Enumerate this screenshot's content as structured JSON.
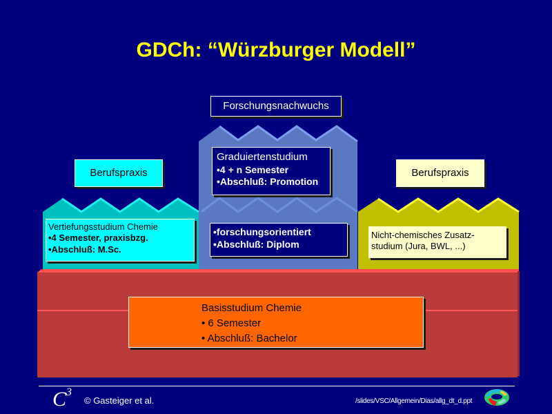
{
  "slide": {
    "title": "GDCh: “Würzburger Modell”",
    "background_color": "#00007f",
    "title_color": "#ffff00"
  },
  "diagram": {
    "top_label": "Forschungsnachwuchs",
    "left_outcome": "Berufspraxis",
    "right_outcome": "Berufspraxis",
    "graduate_study": {
      "title": "Graduiertenstudium",
      "items": [
        "•4 + n Semester",
        "•Abschluß: Promotion"
      ],
      "color": "#5b79c2"
    },
    "research_track": {
      "items": [
        "•forschungsorientiert",
        "•Abschluß: Diplom"
      ],
      "color": "#5b79c2"
    },
    "specialization": {
      "title": "Vertiefungsstudium Chemie",
      "items": [
        "•4 Semester, praxisbzg.",
        "•Abschluß: M.Sc."
      ],
      "color": "#00c0c0"
    },
    "additional_study": {
      "lines": [
        "Nicht-chemisches Zusatz-",
        "studium (Jura, BWL, ...)"
      ],
      "color": "#c0c000"
    },
    "basic_study": {
      "title": "Basisstudium Chemie",
      "items": [
        "• 6 Semester",
        "• Abschluß: Bachelor"
      ],
      "block_color": "#bb3b3b",
      "box_color": "#ff6600"
    }
  },
  "footer": {
    "logo_text": "C",
    "logo_superscript": "3",
    "copyright": "© Gasteiger et al.",
    "file_path": "/slides/VSC/Allgemein/Dias/allg_dt_d.ppt",
    "torus_icon": "torus-molecule-icon"
  }
}
